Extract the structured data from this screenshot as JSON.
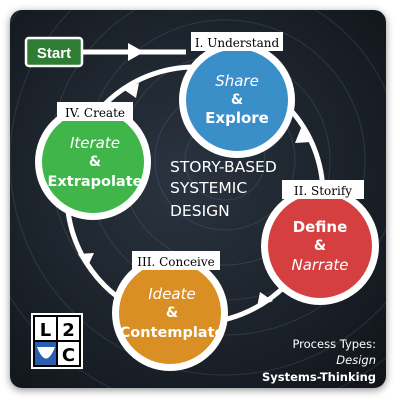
{
  "start_label": "Start",
  "center_title": [
    "STORY-BASED",
    "SYSTEMIC",
    "DESIGN"
  ],
  "stages": [
    {
      "label": "I. Understand",
      "line1": "Share",
      "amp": "&",
      "line2": "Explore",
      "color": "#3a8fc9"
    },
    {
      "label": "II. Storify",
      "line1": "Define",
      "amp": "&",
      "line2": "Narrate",
      "color": "#d63f3f"
    },
    {
      "label": "III. Conceive",
      "line1": "Ideate",
      "amp": "&",
      "line2": "Contemplate",
      "color": "#d98f24"
    },
    {
      "label": "IV. Create",
      "line1": "Iterate",
      "amp": "&",
      "line2": "Extrapolate",
      "color": "#3fb54a"
    }
  ],
  "logo": {
    "letters": [
      "L",
      "2",
      "C"
    ]
  },
  "process_types": {
    "heading": "Process Types:",
    "item1": "Design",
    "item2": "Systems-Thinking"
  },
  "colors": {
    "background": "#1d232b",
    "start_button": "#2f7d32",
    "cycle_line": "#ffffff"
  }
}
